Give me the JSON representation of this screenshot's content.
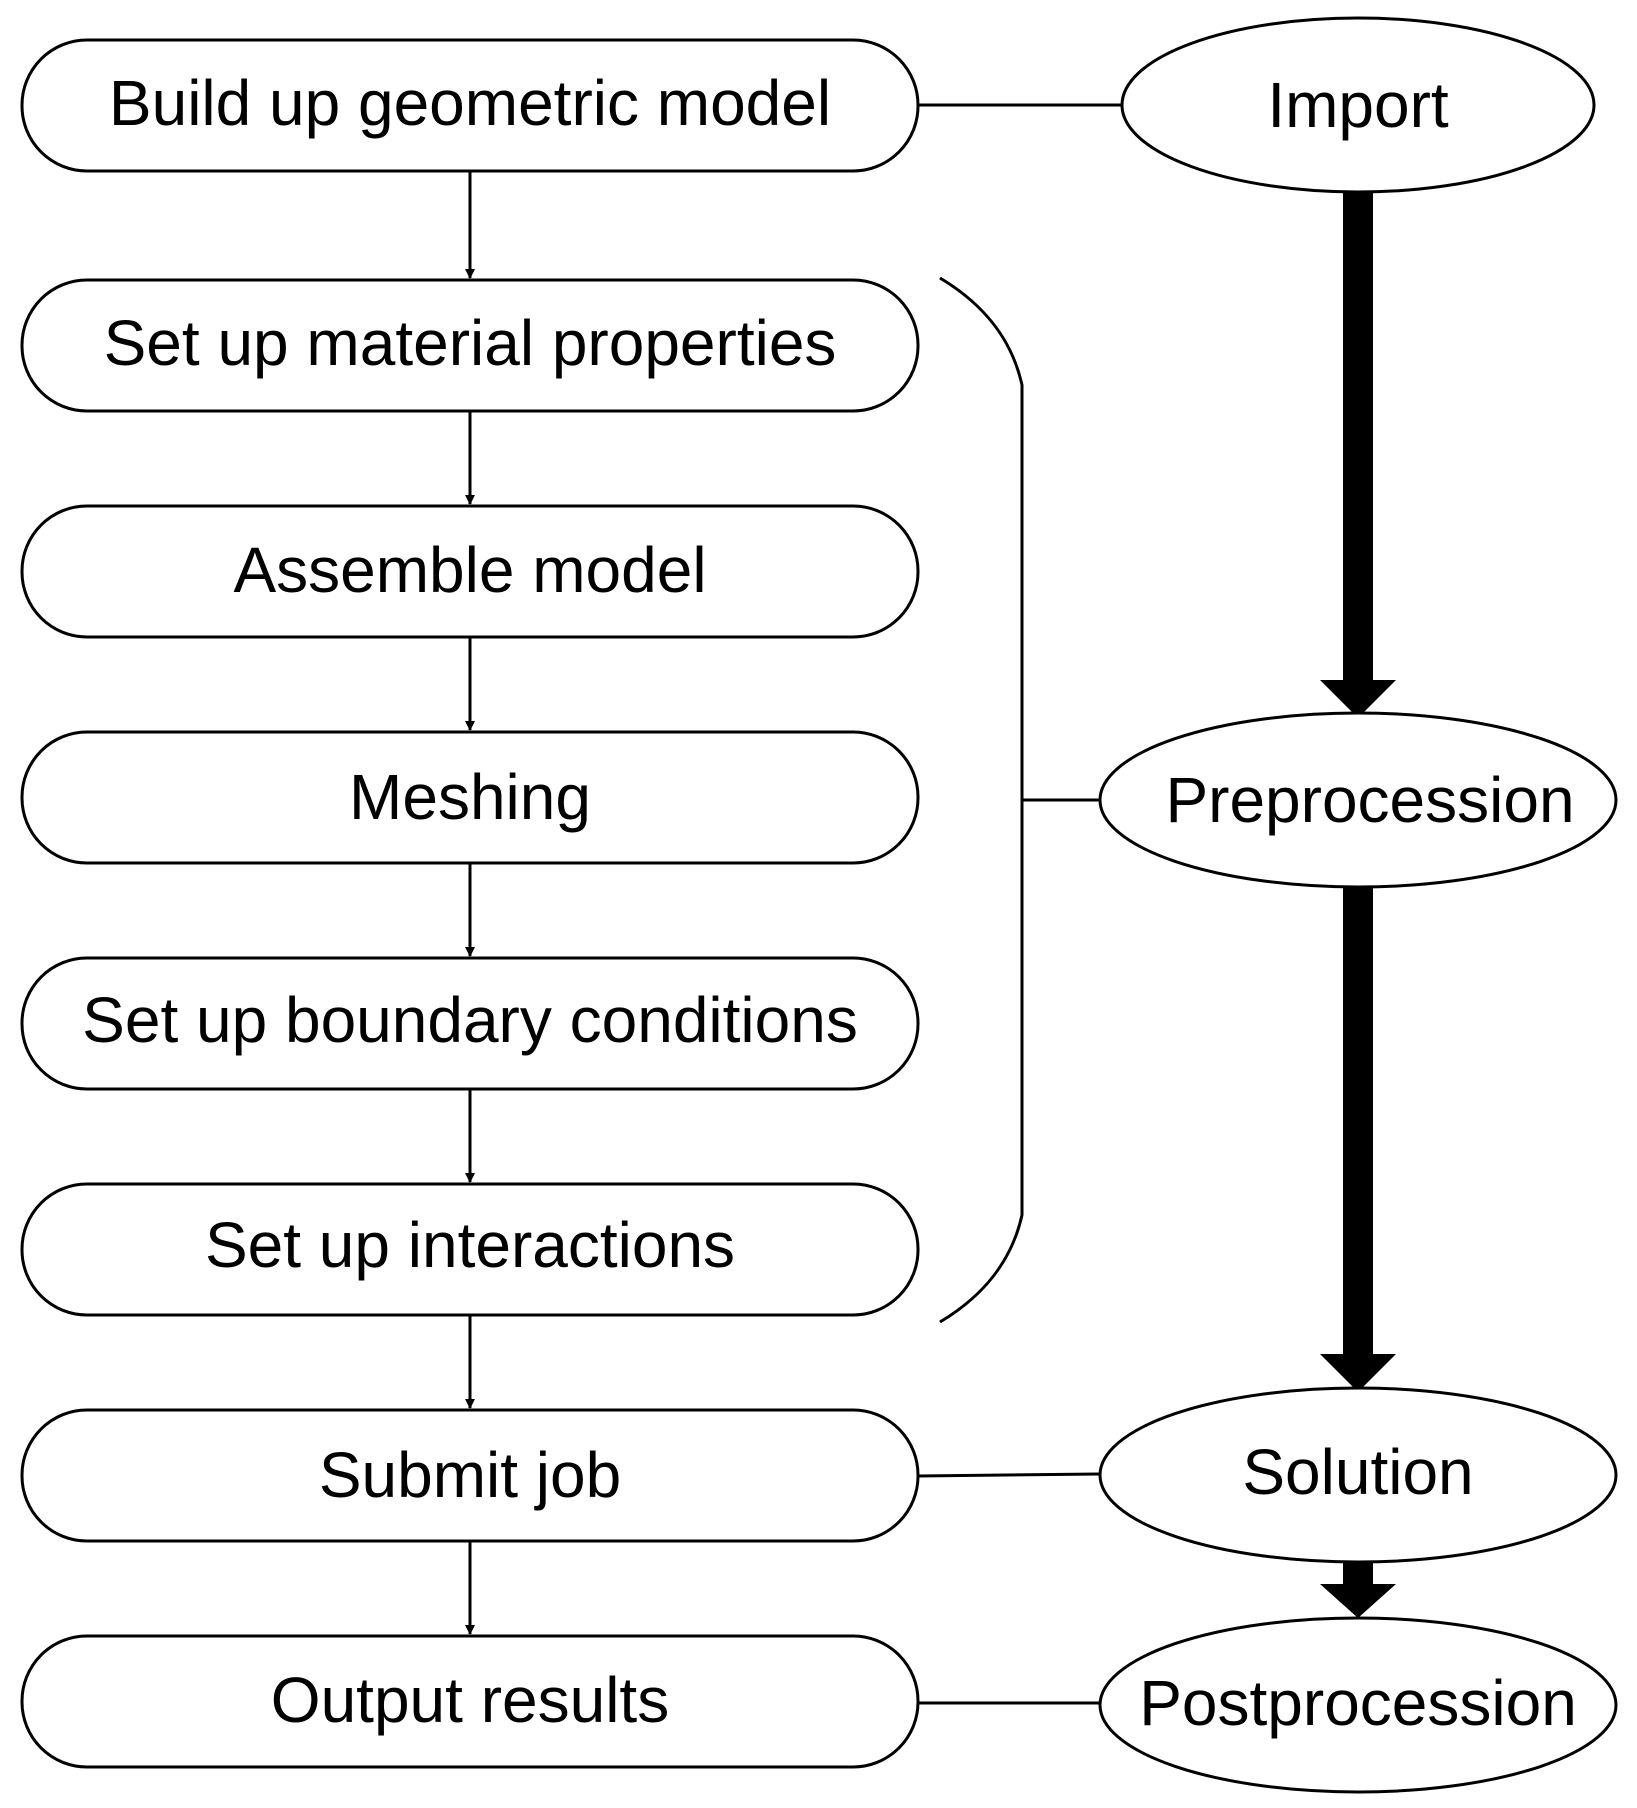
{
  "steps": [
    "Build up geometric model",
    "Set up material properties",
    "Assemble model",
    "Meshing",
    "Set up boundary conditions",
    "Set up interactions",
    "Submit job",
    "Output results"
  ],
  "stages": [
    "Import",
    "Preprocession",
    "Solution",
    "Postprocession"
  ]
}
